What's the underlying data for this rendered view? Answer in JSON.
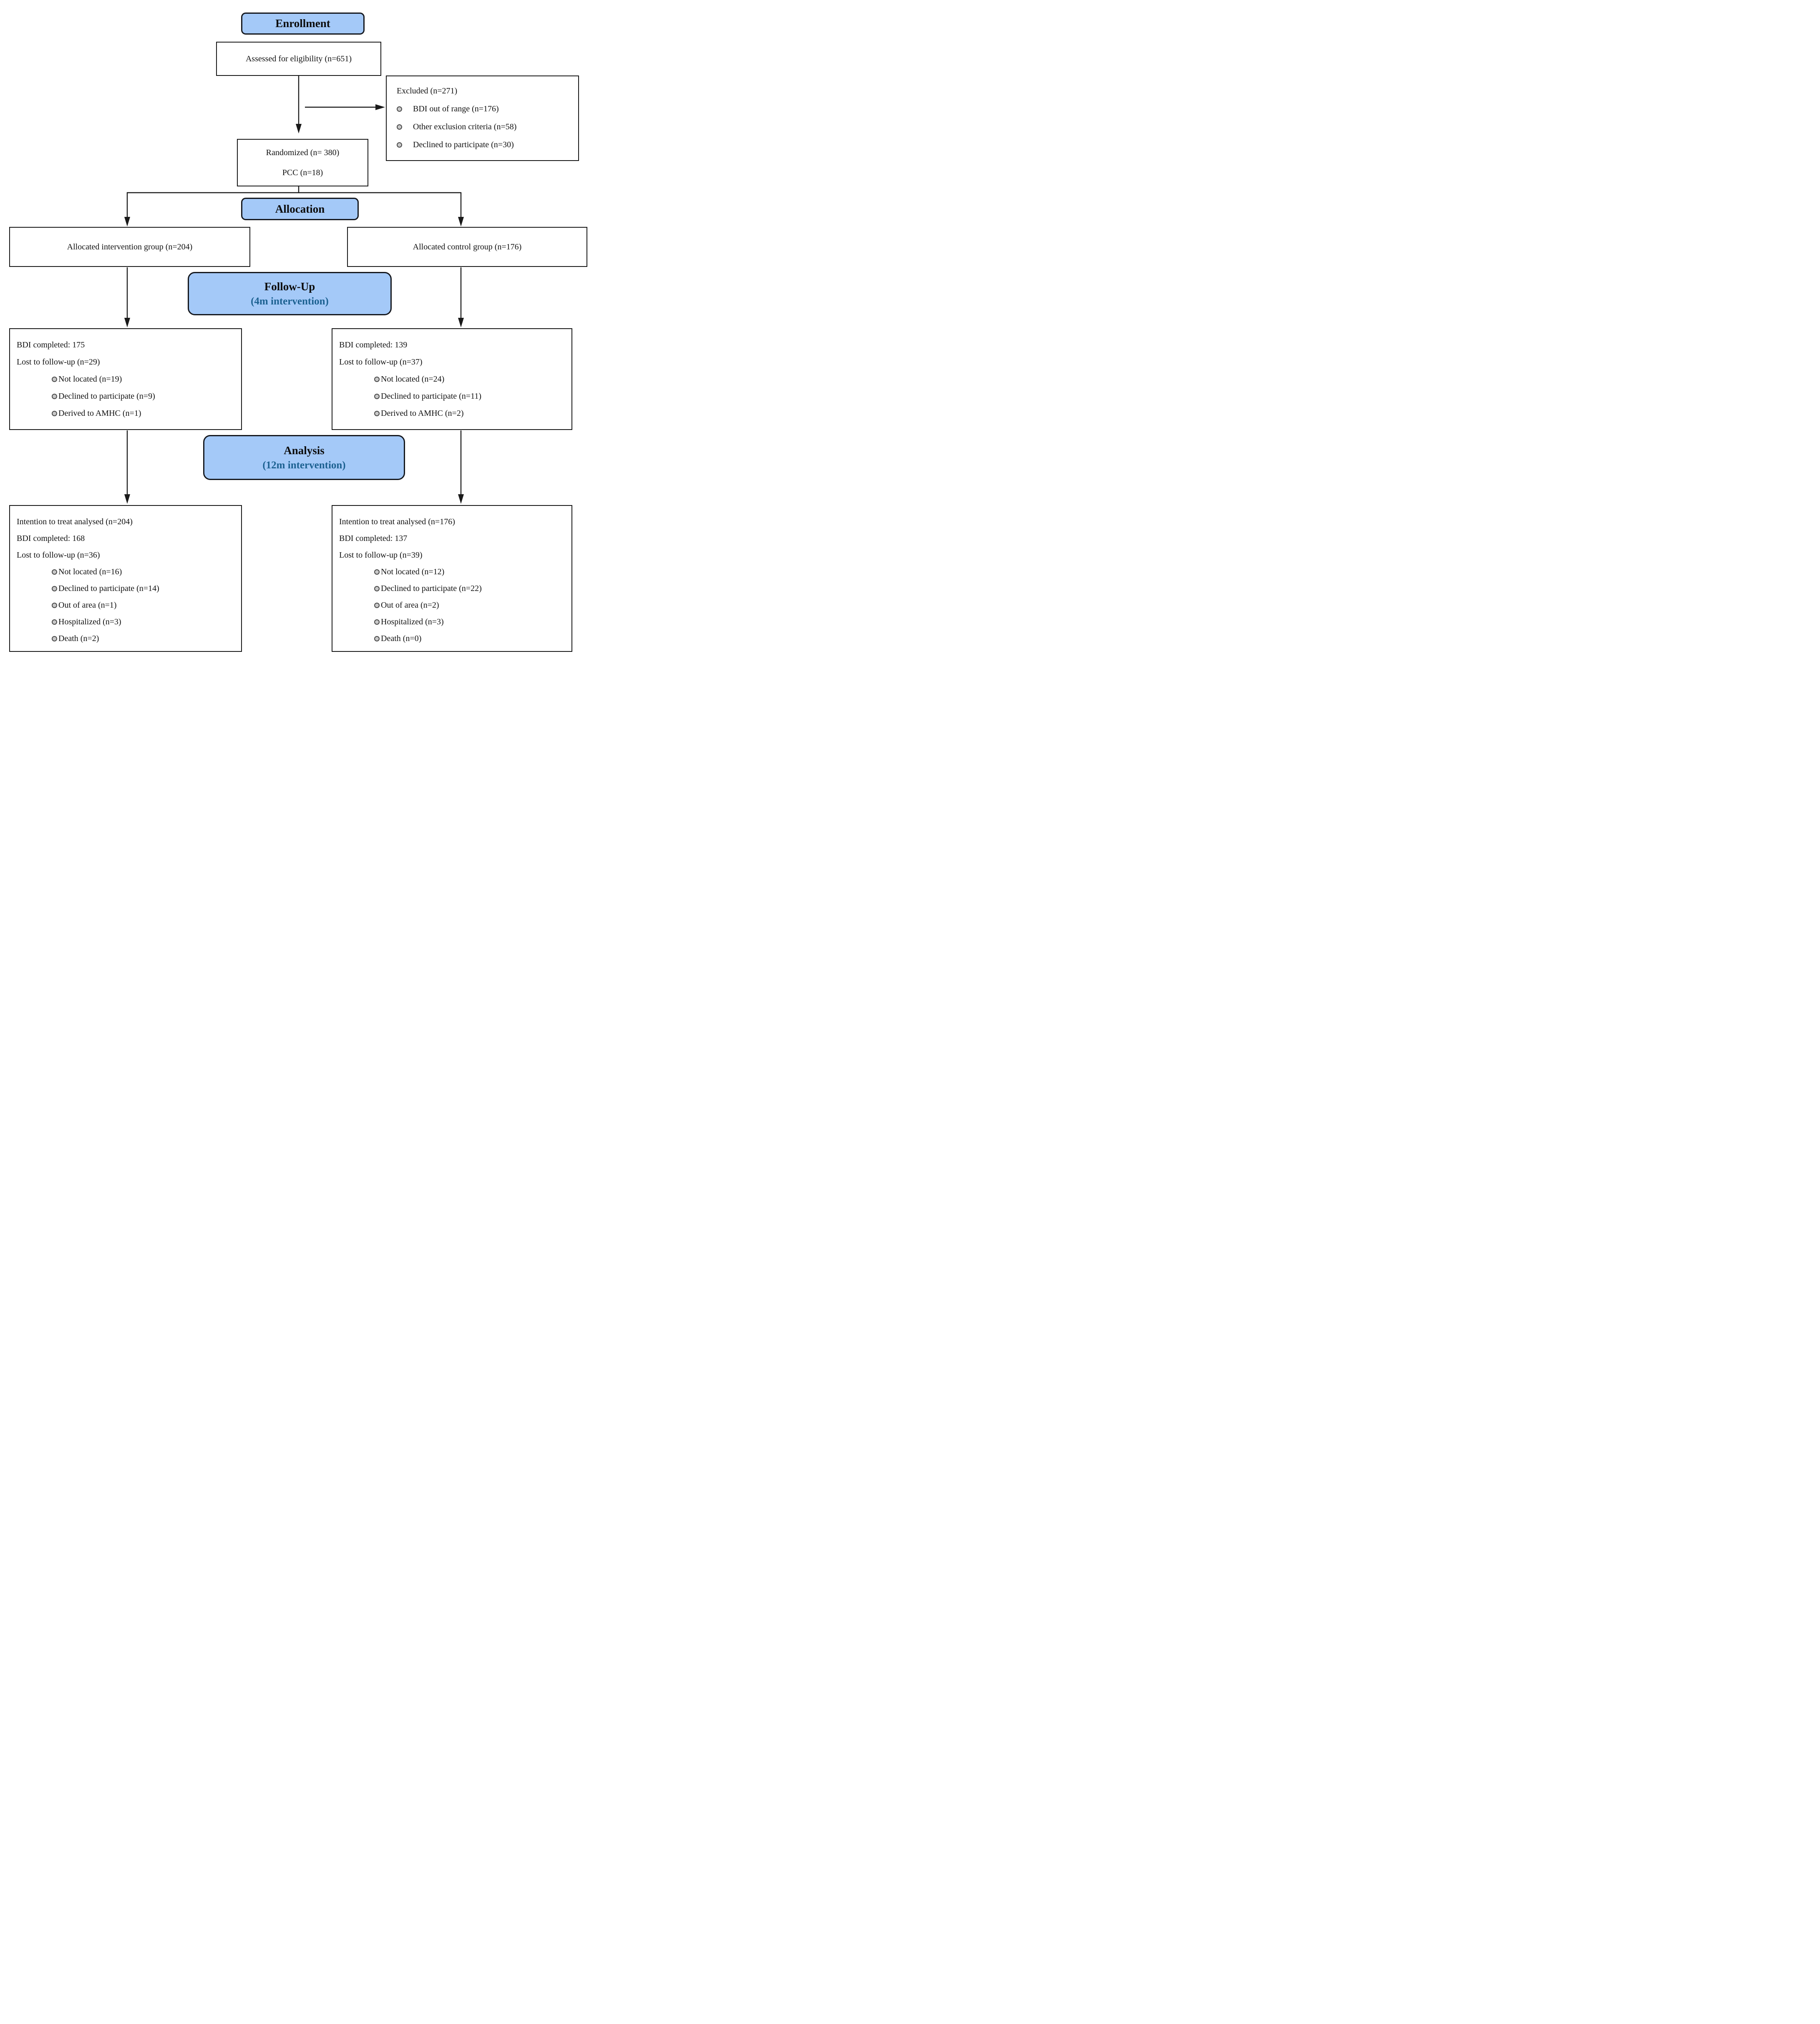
{
  "colors": {
    "banner_fill": "#a4c9f8",
    "banner_border": "#15181e",
    "subtitle_teal": "#1c6191",
    "line_color": "#1a1a1a"
  },
  "banners": {
    "enrollment": "Enrollment",
    "allocation": "Allocation",
    "followup_title": "Follow-Up",
    "followup_sub": "(4m intervention)",
    "analysis_title": "Analysis",
    "analysis_sub": "(12m intervention)"
  },
  "boxes": {
    "assessed": "Assessed for eligibility (n=651)",
    "excluded": {
      "title": "Excluded (n=271)",
      "items": [
        "BDI out of range (n=176)",
        "Other exclusion criteria (n=58)",
        "Declined to participate (n=30)"
      ]
    },
    "randomized": {
      "line1": "Randomized (n= 380)",
      "line2": "PCC (n=18)"
    },
    "allocated_intervention": "Allocated intervention group (n=204)",
    "allocated_control": "Allocated control group (n=176)",
    "followup_intervention": {
      "lines": [
        "BDI completed: 175",
        "Lost to follow-up (n=29)"
      ],
      "bullets": [
        "Not located (n=19)",
        "Declined to participate (n=9)",
        "Derived to AMHC (n=1)"
      ]
    },
    "followup_control": {
      "lines": [
        "BDI completed: 139",
        "Lost to follow-up (n=37)"
      ],
      "bullets": [
        "Not located (n=24)",
        "Declined to participate (n=11)",
        "Derived to AMHC (n=2)"
      ]
    },
    "analysis_intervention": {
      "lines": [
        "Intention to treat analysed (n=204)",
        "BDI completed: 168",
        "Lost to follow-up (n=36)"
      ],
      "bullets": [
        "Not located (n=16)",
        "Declined to participate (n=14)",
        "Out of area (n=1)",
        "Hospitalized (n=3)",
        "Death (n=2)"
      ]
    },
    "analysis_control": {
      "lines": [
        "Intention to treat analysed (n=176)",
        "BDI completed: 137",
        "Lost to follow-up (n=39)"
      ],
      "bullets": [
        "Not located (n=12)",
        "Declined to participate (n=22)",
        "Out of area (n=2)",
        "Hospitalized (n=3)",
        "Death (n=0)"
      ]
    }
  }
}
